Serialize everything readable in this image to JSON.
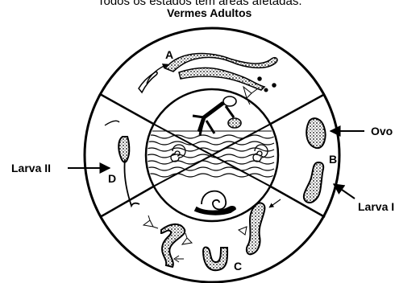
{
  "caption": "Todos os estados têm áreas afetadas.",
  "title": "Vermes Adultos",
  "labels": {
    "egg": "Ovo",
    "larva_one": "Larva I",
    "larva_two": "Larva II"
  },
  "sectors": {
    "a": "A",
    "b": "B",
    "c": "C",
    "d": "D"
  },
  "colors": {
    "ink": "#000000",
    "paper": "#ffffff"
  }
}
